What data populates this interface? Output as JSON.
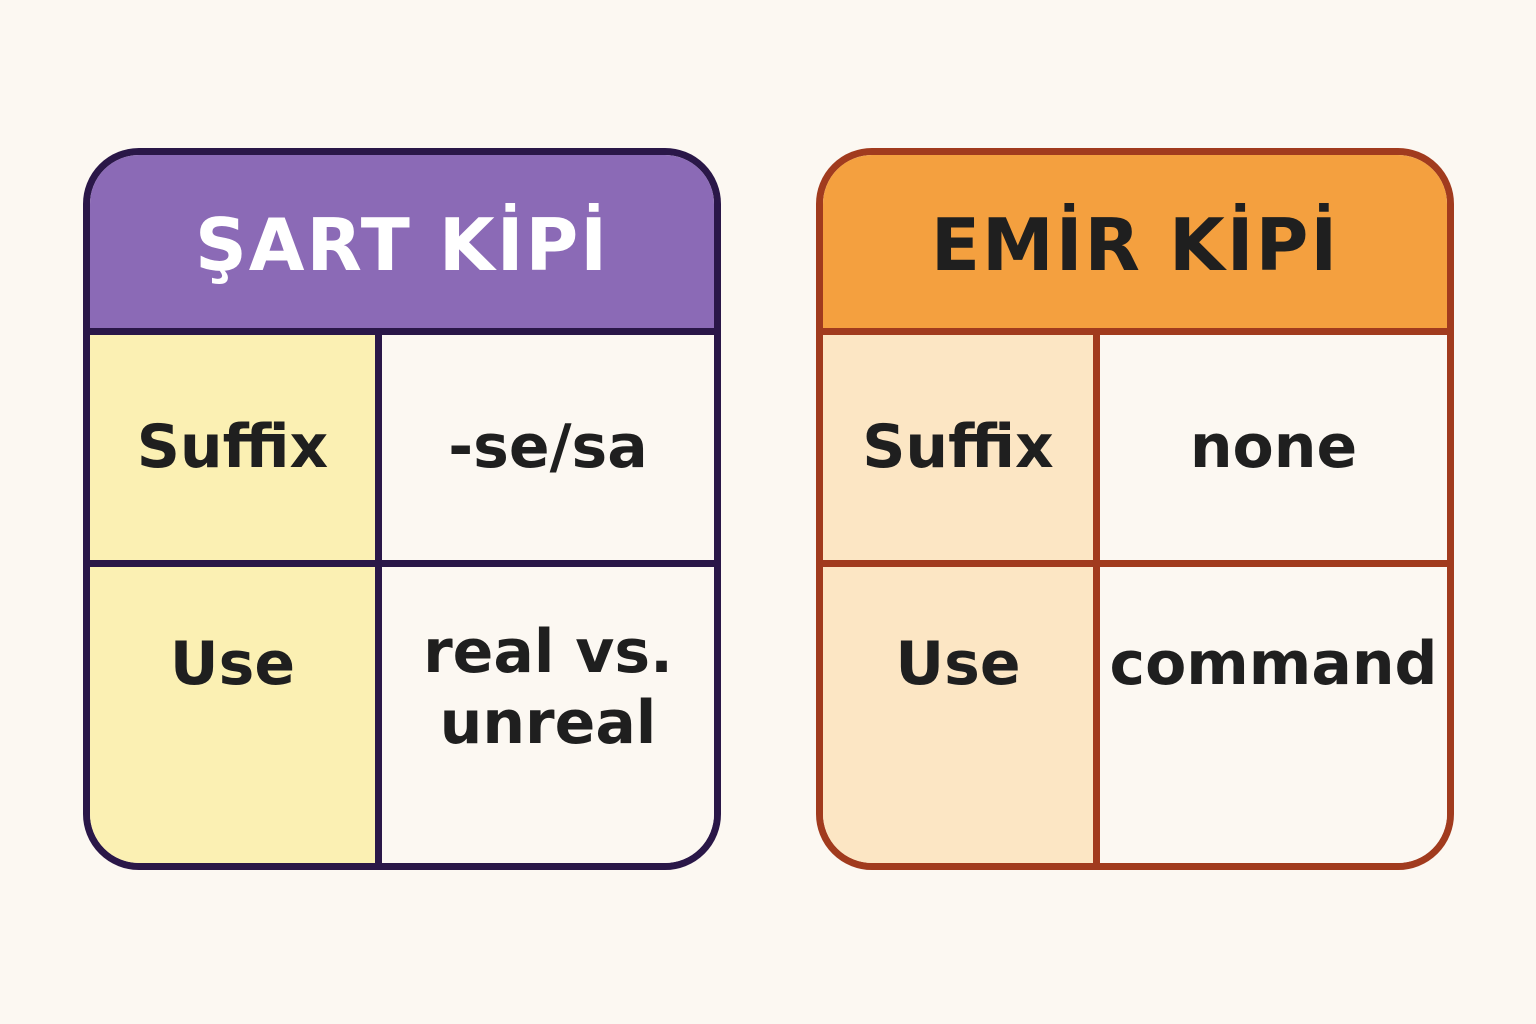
{
  "cards": [
    {
      "title": "ŞART KİPİ",
      "colors": {
        "header": "#8b6ab6",
        "border": "#2a1748",
        "title": "#ffffff",
        "label_bg": "#fbf0b3"
      },
      "rows": [
        {
          "label": "Suffix",
          "value": "-se/sa"
        },
        {
          "label": "Use",
          "value": "real vs.\nunreal"
        }
      ]
    },
    {
      "title": "EMİR KİPİ",
      "colors": {
        "header": "#f4a03f",
        "border": "#a13b1e",
        "title": "#1f1f1f",
        "label_bg": "#fce6c4"
      },
      "rows": [
        {
          "label": "Suffix",
          "value": "none"
        },
        {
          "label": "Use",
          "value": "command"
        }
      ]
    }
  ]
}
